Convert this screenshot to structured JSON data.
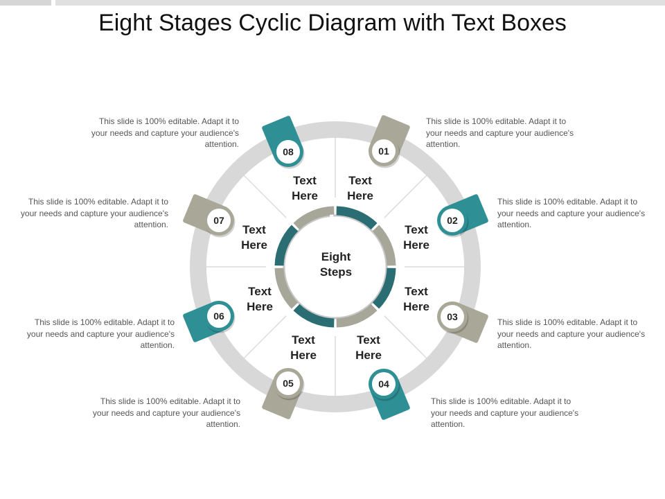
{
  "title": "Eight Stages Cyclic Diagram with Text Boxes",
  "colors": {
    "teal": "#2e8f94",
    "gray": "#a9a898",
    "ring": "#d8d8d8",
    "inner_teal": "#2a6e73",
    "inner_gray": "#a6a699"
  },
  "center": {
    "line1": "Eight",
    "line2": "Steps"
  },
  "stages": [
    {
      "number": "01",
      "line1": "Text",
      "line2": "Here",
      "color": "gray",
      "description": "This slide is 100% editable. Adapt it to your needs and capture your audience's attention."
    },
    {
      "number": "02",
      "line1": "Text",
      "line2": "Here",
      "color": "teal",
      "description": "This slide is 100% editable. Adapt it to your needs and capture your audience's attention."
    },
    {
      "number": "03",
      "line1": "Text",
      "line2": "Here",
      "color": "gray",
      "description": "This slide is 100% editable. Adapt it to your needs and capture your audience's attention."
    },
    {
      "number": "04",
      "line1": "Text",
      "line2": "Here",
      "color": "teal",
      "description": "This slide is 100% editable. Adapt it to your needs and capture your audience's attention."
    },
    {
      "number": "05",
      "line1": "Text",
      "line2": "Here",
      "color": "gray",
      "description": "This slide is 100% editable. Adapt it to your needs and capture your audience's attention."
    },
    {
      "number": "06",
      "line1": "Text",
      "line2": "Here",
      "color": "teal",
      "description": "This slide is 100% editable. Adapt it to your needs and capture your audience's attention."
    },
    {
      "number": "07",
      "line1": "Text",
      "line2": "Here",
      "color": "gray",
      "description": "This slide is 100% editable. Adapt it to your needs and capture your audience's attention."
    },
    {
      "number": "08",
      "line1": "Text",
      "line2": "Here",
      "color": "teal",
      "description": "This slide is 100% editable. Adapt it to your needs and capture your audience's attention."
    }
  ]
}
